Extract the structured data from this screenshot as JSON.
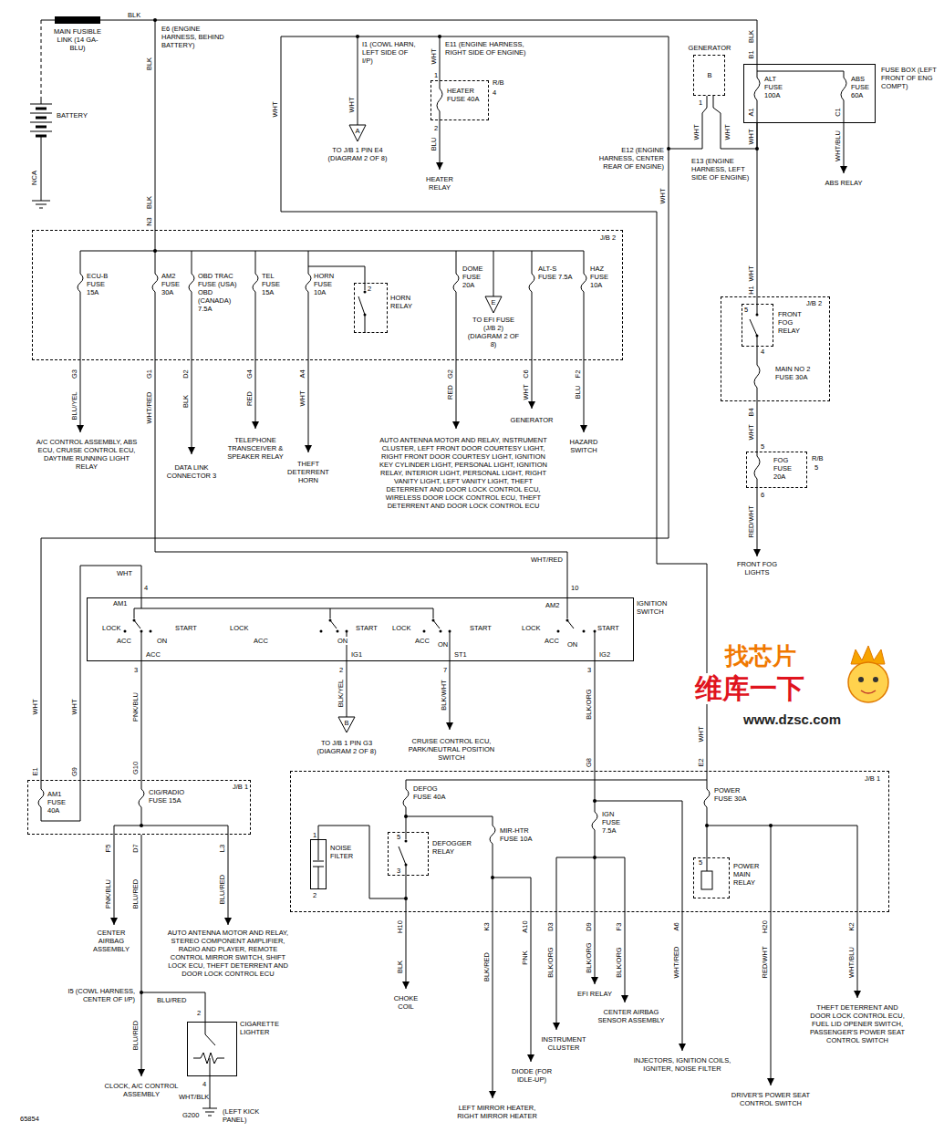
{
  "diagram": {
    "nodes": [
      {
        "text": [
          "HEATER FUSE 40A",
          "R/B"
        ]
      },
      {
        "text": [
          "GENERATOR",
          "B"
        ]
      },
      {
        "text": [
          "ALT FUSE 100A",
          "ABS FUSE 60A",
          "FUSE BOX (LEFT FRONT OF ENG COMPT)"
        ]
      },
      {
        "text": [
          "J/B 2",
          "ECU-B FUSE 15A",
          "AM2 FUSE 30A",
          "OBD TRAC FUSE (USA) OBD (CANADA) 7.5A",
          "TEL FUSE 15A",
          "HORN FUSE 10A",
          "DOME FUSE 20A",
          "ALT-S FUSE 7.5A",
          "HAZ FUSE 10A"
        ]
      },
      {
        "text": [
          "HORN RELAY"
        ],
        "in": 3
      },
      {
        "text": [
          "J/B 2",
          "MAIN NO 2 FUSE 30A"
        ]
      },
      {
        "text": [
          "FRONT FOG RELAY"
        ],
        "in": 5
      },
      {
        "text": [
          "FOG FUSE 20A",
          "R/B"
        ]
      },
      {
        "text": [
          "IGNITION SWITCH"
        ]
      },
      {
        "text": [
          "J/B 1",
          "AM1 FUSE 40A",
          "CIG/RADIO FUSE 15A"
        ]
      },
      {
        "text": [
          "J/B 1",
          "DEFOG FUSE 40A",
          "MIR-HTR FUSE 10A",
          "IGN FUSE 7.5A",
          "POWER FUSE 30A"
        ]
      },
      {
        "text": [
          "NOISE FILTER"
        ],
        "in": 10
      },
      {
        "text": [
          "DEFOGGER RELAY"
        ],
        "in": 10
      },
      {
        "text": [
          "POWER MAIN RELAY"
        ],
        "in": 10
      },
      {
        "text": [
          "CIGARETTE LIGHTER"
        ]
      }
    ],
    "edges": [
      {
        "from": 1,
        "to": 2,
        "arrow": "none"
      },
      {
        "from": 2,
        "to": 5,
        "arrow": "none"
      },
      {
        "from": 5,
        "to": 7,
        "arrow": "none"
      },
      {
        "from": 3,
        "to": 8,
        "arrow": "none"
      },
      {
        "from": 9,
        "to": 8,
        "arrow": "none"
      },
      {
        "from": 8,
        "to": 9,
        "arrow": "none"
      },
      {
        "from": 8,
        "to": 10,
        "arrow": "none"
      },
      {
        "from": 9,
        "to": 14,
        "arrow": "none"
      }
    ],
    "labels": [
      "BLK",
      "MAIN FUSIBLE LINK (14 GA-BLU)",
      "BATTERY",
      "NCA",
      "E6 (ENGINE HARNESS, BEHIND BATTERY)",
      "BLK",
      "BLK",
      "N3",
      "I1 (COWL HARN, LEFT SIDE OF I/P)",
      "WHT",
      "A",
      "TO J/B 1 PIN E4 (DIAGRAM 2 OF 8)",
      "E11 (ENGINE HARNESS, RIGHT SIDE OF ENGINE)",
      "WHT",
      "1",
      "4",
      "2",
      "BLU",
      "HEATER RELAY",
      "WHT",
      "WHT",
      "1",
      "WHT",
      "WHT",
      "BLK",
      "B1",
      "A1",
      "WHT",
      "C1",
      "WHT/BLU",
      "ABS RELAY",
      "E12 (ENGINE HARNESS, CENTER REAR OF ENGINE)",
      "E13 (ENGINE HARNESS, LEFT SIDE OF ENGINE)",
      "WHT",
      "H1",
      "5",
      "4",
      "B4",
      "WHT",
      "5",
      "5",
      "6",
      "RED/WHT",
      "FRONT FOG LIGHTS",
      "2",
      "E",
      "TO EFI FUSE (J/B 2) (DIAGRAM 2 OF 8)",
      "G3",
      "G1",
      "D2",
      "G4",
      "A4",
      "G2",
      "C6",
      "F2",
      "BLU/YEL",
      "WHT/RED",
      "BLK",
      "RED",
      "WHT",
      "RED",
      "WHT",
      "BLU",
      "A/C CONTROL ASSEMBLY, ABS ECU, CRUISE CONTROL ECU, DAYTIME RUNNING LIGHT RELAY",
      "DATA LINK CONNECTOR 3",
      "TELEPHONE TRANSCEIVER & SPEAKER RELAY",
      "THEFT DETERRENT HORN",
      "AUTO ANTENNA MOTOR AND RELAY, INSTRUMENT CLUSTER, LEFT FRONT DOOR COURTESY LIGHT, RIGHT FRONT DOOR COURTESY LIGHT, IGNITION KEY CYLINDER LIGHT, PERSONAL LIGHT, IGNITION RELAY, INTERIOR LIGHT, PERSONAL LIGHT, RIGHT VANITY LIGHT, LEFT VANITY LIGHT, THEFT DETERRENT AND DOOR LOCK CONTROL ECU, WIRELESS DOOR LOCK CONTROL ECU, THEFT DETERRENT AND DOOR LOCK CONTROL ECU",
      "GENERATOR",
      "HAZARD SWITCH",
      "WHT",
      "4",
      "WHT/RED",
      "10",
      "AM1",
      "AM2",
      "LOCK",
      "ACC",
      "ON",
      "START",
      "LOCK",
      "ACC",
      "ON",
      "START",
      "LOCK",
      "ACC",
      "ON",
      "START",
      "LOCK",
      "ACC",
      "ON",
      "START",
      "ACC",
      "IG1",
      "ST1",
      "IG2",
      "3",
      "2",
      "7",
      "3",
      "PNK/BLU",
      "BLK/YEL",
      "BLK/WHT",
      "BLK/ORG",
      "B",
      "TO J/B 1 PIN G3 (DIAGRAM 2 OF 8)",
      "CRUISE CONTROL ECU, PARK/NEUTRAL POSITION SWITCH",
      "WHT",
      "E1",
      "WHT",
      "G9",
      "G10",
      "G8",
      "WHT",
      "E2",
      "F5",
      "D7",
      "L3",
      "PNK/BLU",
      "BLU/RED",
      "BLU/RED",
      "CENTER AIRBAG ASSEMBLY",
      "AUTO ANTENNA MOTOR AND RELAY, STEREO COMPONENT AMPLIFIER, RADIO AND PLAYER, REMOTE CONTROL MIRROR SWITCH, SHIFT LOCK ECU, THEFT DETERRENT AND DOOR LOCK CONTROL ECU",
      "I5 (COWL HARNESS, CENTER OF I/P)",
      "BLU/RED",
      "2",
      "BLU/RED",
      "CLOCK, A/C CONTROL ASSEMBLY",
      "4",
      "WHT/BLK",
      "G200",
      "(LEFT KICK PANEL)",
      "65854",
      "1",
      "2",
      "5",
      "3",
      "5",
      "H10",
      "K3",
      "A10",
      "D3",
      "D9",
      "F3",
      "A6",
      "H20",
      "K2",
      "BLK",
      "BLK/RED",
      "PNK",
      "BLK/ORG",
      "BLK/ORG",
      "BLK/ORG",
      "WHT/RED",
      "RED/WHT",
      "WHT/BLU",
      "CHOKE COIL",
      "LEFT MIRROR HEATER, RIGHT MIRROR HEATER",
      "DIODE (FOR IDLE-UP)",
      "INSTRUMENT CLUSTER",
      "EFI RELAY",
      "CENTER AIRBAG SENSOR ASSEMBLY",
      "INJECTORS, IGNITION COILS, IGNITER, NOISE FILTER",
      "DRIVER'S POWER SEAT CONTROL SWITCH",
      "THEFT DETERRENT AND DOOR LOCK CONTROL ECU, FUEL LID OPENER SWITCH, PASSENGER'S POWER SEAT CONTROL SWITCH",
      "找芯片",
      "维库一下",
      "www.dzsc.com"
    ]
  }
}
